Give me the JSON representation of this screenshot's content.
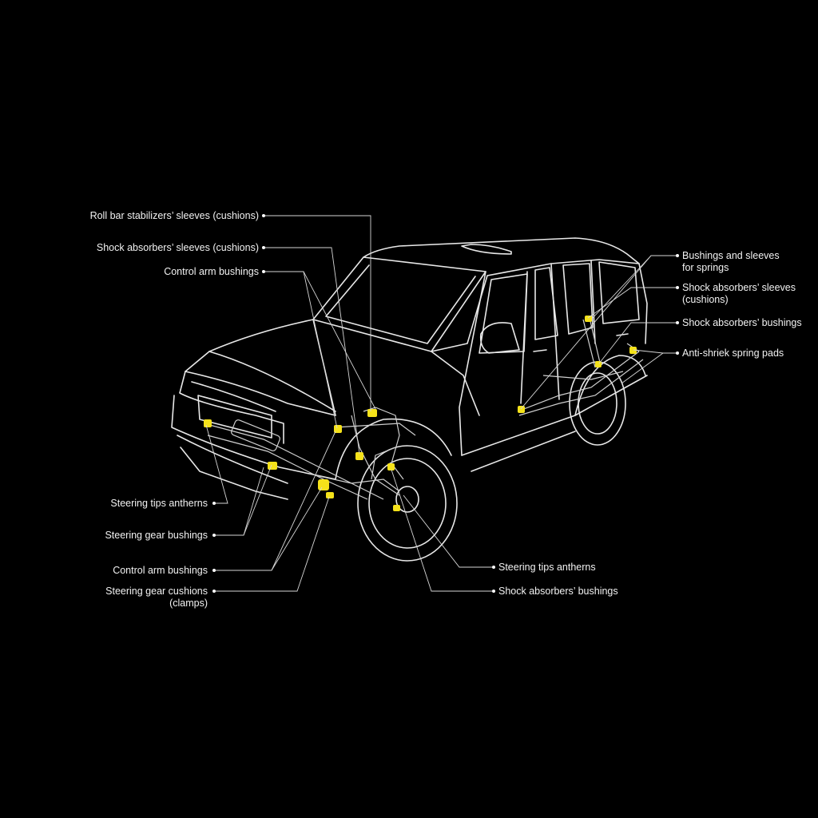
{
  "colors": {
    "background": "#000000",
    "outline": "#e8e8e8",
    "highlight": "#f5e21a",
    "text": "#f2f2f2"
  },
  "labels": {
    "roll_bar_sleeves": [
      "Roll bar stabilizers’ sleeves (cushions)"
    ],
    "shock_sleeves_front": [
      "Shock absorbers’ sleeves (cushions)"
    ],
    "control_arm_upper": [
      "Control arm bushings"
    ],
    "steering_tips_left": [
      "Steering tips antherns"
    ],
    "steering_gear_bushings": [
      "Steering gear bushings"
    ],
    "control_arm_lower": [
      "Control arm bushings"
    ],
    "steering_gear_cushions": [
      "Steering gear cushions",
      "(clamps)"
    ],
    "bushings_springs": [
      "Bushings and sleeves",
      "for springs"
    ],
    "shock_sleeves_rear": [
      "Shock absorbers’ sleeves",
      "(cushions)"
    ],
    "shock_bushings_rear": [
      "Shock absorbers’ bushings"
    ],
    "anti_shriek": [
      "Anti-shriek spring pads"
    ],
    "steering_tips_right": [
      "Steering tips antherns"
    ],
    "shock_bushings_front": [
      "Shock absorbers’ bushings"
    ]
  }
}
